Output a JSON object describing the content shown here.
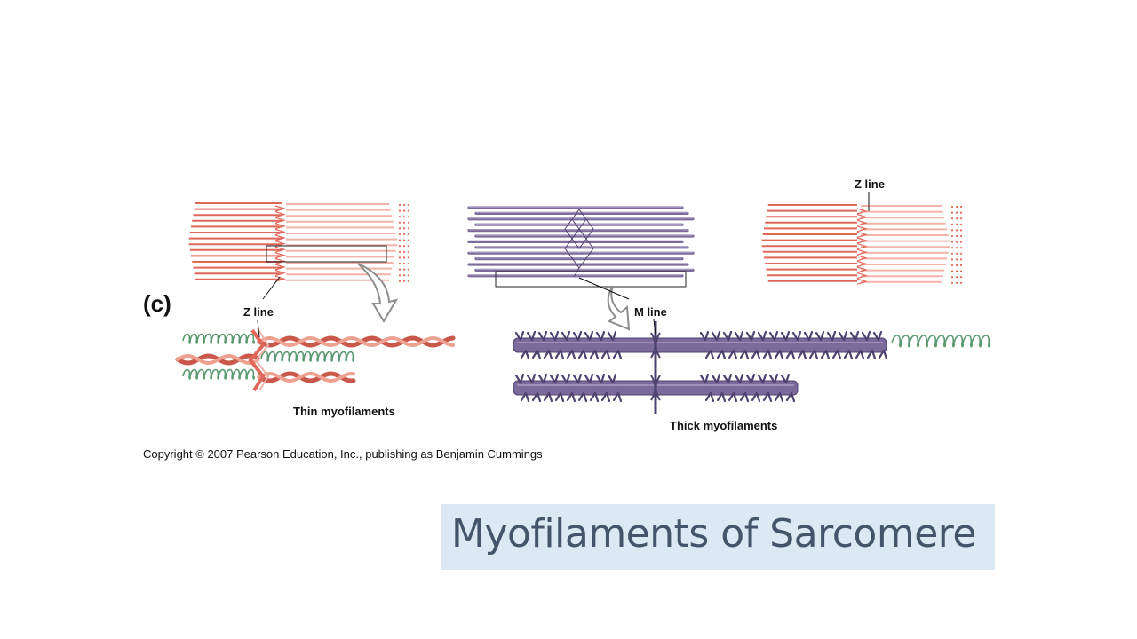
{
  "slide": {
    "title": "Myofilaments of Sarcomere",
    "panel_letter": "(c)",
    "copyright": "Copyright © 2007 Pearson Education, Inc., publishing as Benjamin Cummings"
  },
  "labels": {
    "z_line_left": "Z line",
    "z_line_right": "Z line",
    "m_line": "M line",
    "thin_myofilaments": "Thin myofilaments",
    "thick_myofilaments": "Thick myofilaments"
  },
  "colors": {
    "thin_filament": "#e0685a",
    "thin_filament_light": "#f2b3a8",
    "thick_filament": "#7b6a9a",
    "thick_filament_dark": "#4e4270",
    "titin_spring": "#5a9a70",
    "title_background": "#dde8f5",
    "title_text": "#44546a"
  }
}
